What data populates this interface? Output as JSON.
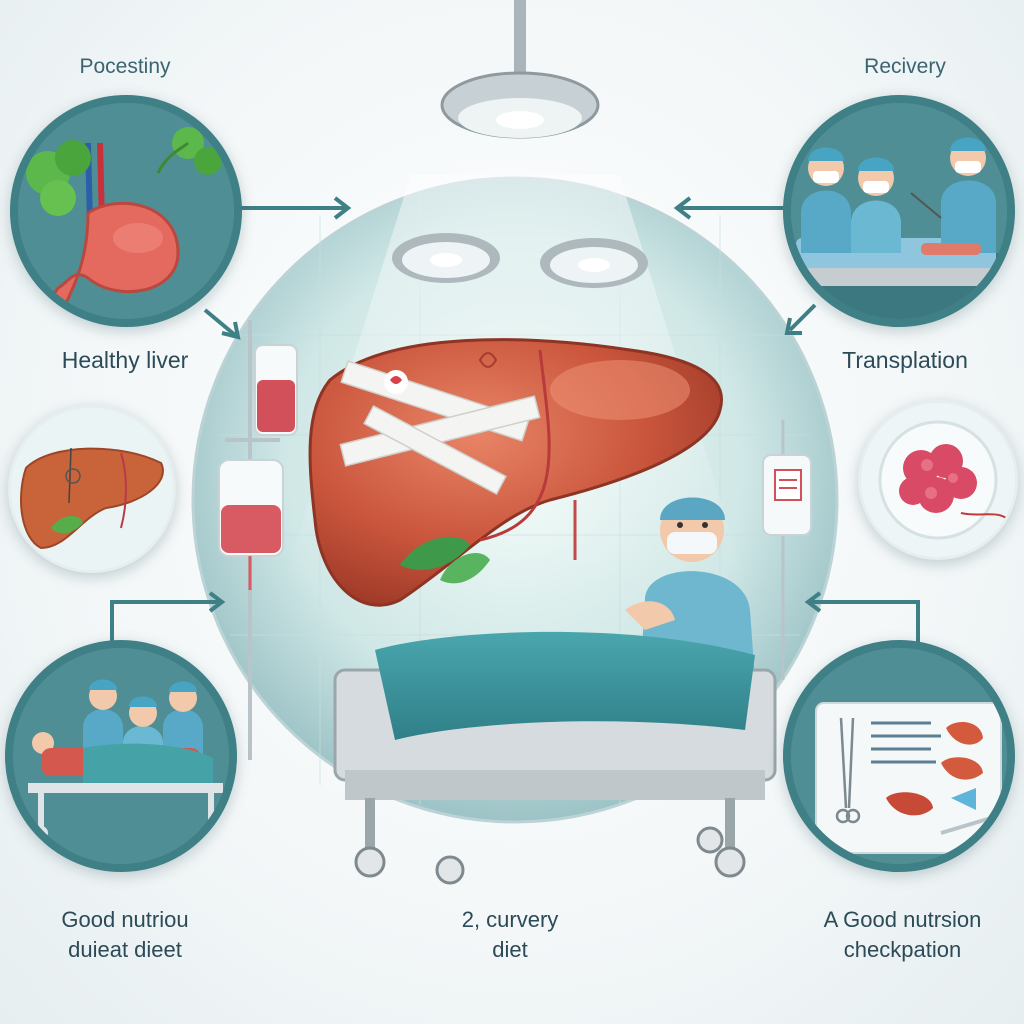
{
  "labels": {
    "top_left": "Pocestiny",
    "top_right": "Recivery",
    "mid_left": "Healthy liver",
    "mid_right": "Transplation",
    "bottom_left_line1": "Good nutriou",
    "bottom_left_line2": "duieat dieet",
    "bottom_center_line1": "2, curvery",
    "bottom_center_line2": "diet",
    "bottom_right_line1": "A Good nutrsion",
    "bottom_right_line2": "checkpation"
  },
  "colors": {
    "teal": "#3f7f86",
    "liver": "#c4503a",
    "liver_highlight": "#e57a5c",
    "scrubs": "#6fb7cf",
    "blanket": "#3f9aa3",
    "label_text": "#2c4a57"
  },
  "icons": {
    "stomach": "stomach-icon",
    "clover": "clover-leaf-icon",
    "surgery_team": "surgery-team-icon",
    "liver_small": "small-liver-icon",
    "tissue": "liver-tissue-icon",
    "patient_bed": "patient-bed-icon",
    "clipboard": "medical-chart-icon",
    "surgical_lamp": "surgical-lamp-icon",
    "iv_bag": "iv-bag-icon",
    "bandaged_liver": "bandaged-liver-icon",
    "doctor": "doctor-icon",
    "hospital_bed": "hospital-bed-icon"
  }
}
